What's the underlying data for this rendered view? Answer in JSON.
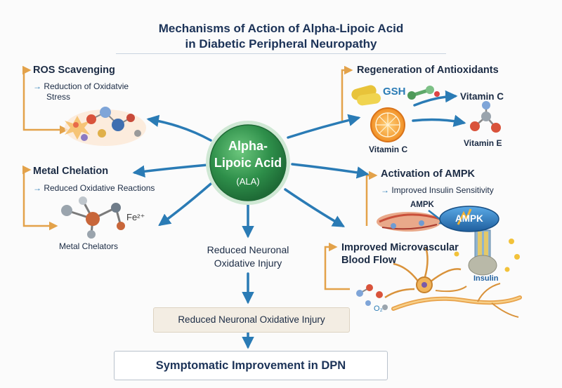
{
  "title": {
    "line1": "Mechanisms of Action of Alpha-Lipoic Acid",
    "line2": "in Diabetic Peripheral Neuropathy"
  },
  "center": {
    "line1": "Alpha-",
    "line2": "Lipoic Acid",
    "line3": "(ALA)"
  },
  "mechanisms": {
    "ros": {
      "heading": "ROS Scavenging",
      "sub_line1": "Reduction of Oxidatvie",
      "sub_line2": "Stress"
    },
    "metal": {
      "heading": "Metal Chelation",
      "sub": "Reduced Oxidative Reactions",
      "ion": "Fe²⁺",
      "caption": "Metal Chelators"
    },
    "antiox": {
      "heading": "Regeneration of Antioxidants",
      "gsh": "GSH",
      "vitc_top": "Vitamin C",
      "vitc_bottom": "Vitamin C",
      "vite": "Vitamin E"
    },
    "ampk": {
      "heading": "Activation of AMPK",
      "sub": "Improved Insulin Sensitivity",
      "small_label": "AMPK",
      "badge": "AMPK",
      "insulin": "Insulin"
    },
    "blood": {
      "heading_line1": "Improved Microvascular",
      "heading_line2": "Blood Flow",
      "o2": "O₂"
    }
  },
  "flow": {
    "mid_line1": "Reduced Neuronal",
    "mid_line2": "Oxidative Injury",
    "box": "Reduced Neuronal Oxidative Injury",
    "final": "Symptomatic Improvement in DPN"
  },
  "colors": {
    "arrow_blue": "#2a7bb5",
    "bracket_orange": "#e3a24a",
    "center_green": "#2e8f4a",
    "title_navy": "#1c3358"
  }
}
